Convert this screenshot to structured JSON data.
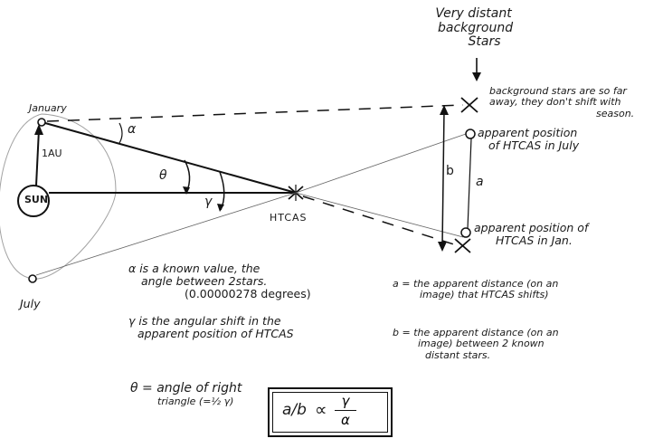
{
  "header": {
    "stars_title": [
      "Very distant",
      "background",
      "Stars"
    ]
  },
  "orbit": {
    "january_label": "January",
    "july_label": "July",
    "sun_label": "SUN",
    "au_label": "1AU"
  },
  "target": {
    "name": "HTCAS"
  },
  "angles": {
    "alpha": "α",
    "theta": "θ",
    "gamma": "γ"
  },
  "annotations": {
    "background_note": [
      "background stars are so far",
      "away, they don't shift with",
      "season."
    ],
    "july_position": [
      "apparent position",
      "of HTCAS in July"
    ],
    "jan_position": [
      "apparent position of",
      "HTCAS in Jan."
    ],
    "side_b": "b",
    "side_a": "a"
  },
  "definitions": {
    "alpha_def": [
      "α is a known value, the",
      "angle between 2stars.",
      "(0.00000278 degrees)"
    ],
    "gamma_def": [
      "γ is the angular shift in the",
      "apparent position of HTCAS"
    ],
    "theta_def": [
      "θ = angle of right",
      "triangle (=½ γ)"
    ],
    "a_def": [
      "a = the apparent distance (on an",
      "image) that HTCAS shifts)"
    ],
    "b_def": [
      "b = the apparent distance (on an",
      "image) between 2 known",
      "distant stars."
    ]
  },
  "formula": {
    "left": "a/b",
    "relation": "∝",
    "numerator": "γ",
    "denominator": "α"
  }
}
